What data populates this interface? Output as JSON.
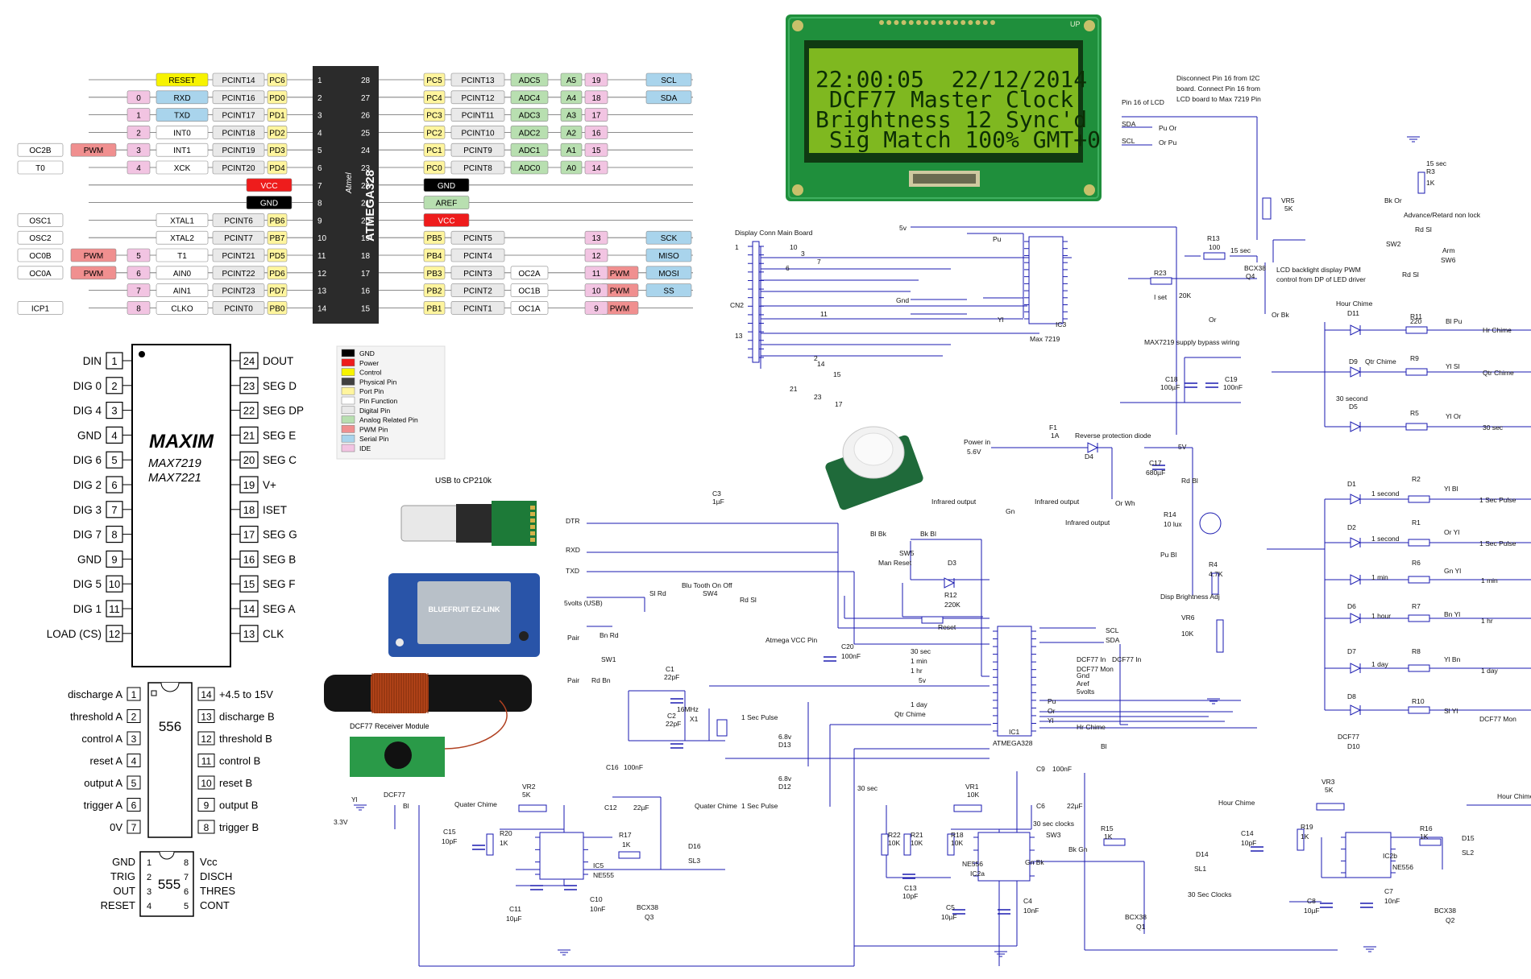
{
  "colors": {
    "gnd": "#000000",
    "power": "#ee1c1c",
    "control": "#f7f300",
    "physical": "#404040",
    "port": "#fff59e",
    "function": "#ffffff",
    "digital": "#e9e9e9",
    "analog": "#b8dfb0",
    "pwm": "#f08f8f",
    "serial": "#a9d4ec",
    "ide": "#f2c4e2",
    "wire": "#1a1ab0",
    "lcd_bg": "#7fb820",
    "lcd_text": "#0c2e05",
    "pcb": "#1f8f3c"
  },
  "atmega_pinout": {
    "chip_label": "ATMEGA328",
    "logo": "Atmel",
    "left_pins": [
      {
        "num": "1",
        "port": "PC6",
        "pcint": "PCINT14",
        "func": "RESET",
        "func_kind": "control"
      },
      {
        "num": "2",
        "port": "PD0",
        "pcint": "PCINT16",
        "func": "RXD",
        "func_kind": "serial",
        "ide": "0"
      },
      {
        "num": "3",
        "port": "PD1",
        "pcint": "PCINT17",
        "func": "TXD",
        "func_kind": "serial",
        "ide": "1"
      },
      {
        "num": "4",
        "port": "PD2",
        "pcint": "PCINT18",
        "func": "INT0",
        "func_kind": "function",
        "ide": "2"
      },
      {
        "num": "5",
        "port": "PD3",
        "pcint": "PCINT19",
        "func": "INT1",
        "func_kind": "function",
        "ide": "3",
        "pwm": "PWM",
        "extra": "OC2B"
      },
      {
        "num": "6",
        "port": "PD4",
        "pcint": "PCINT20",
        "func": "XCK",
        "func_kind": "function",
        "ide": "4",
        "extra": "T0"
      },
      {
        "num": "7",
        "power": "VCC",
        "power_kind": "power"
      },
      {
        "num": "8",
        "power": "GND",
        "power_kind": "gnd"
      },
      {
        "num": "9",
        "port": "PB6",
        "pcint": "PCINT6",
        "func": "XTAL1",
        "func_kind": "function",
        "extra": "OSC1"
      },
      {
        "num": "10",
        "port": "PB7",
        "pcint": "PCINT7",
        "func": "XTAL2",
        "func_kind": "function",
        "extra": "OSC2"
      },
      {
        "num": "11",
        "port": "PD5",
        "pcint": "PCINT21",
        "func": "T1",
        "func_kind": "function",
        "ide": "5",
        "pwm": "PWM",
        "extra": "OC0B"
      },
      {
        "num": "12",
        "port": "PD6",
        "pcint": "PCINT22",
        "func": "AIN0",
        "func_kind": "function",
        "ide": "6",
        "pwm": "PWM",
        "extra": "OC0A"
      },
      {
        "num": "13",
        "port": "PD7",
        "pcint": "PCINT23",
        "func": "AIN1",
        "func_kind": "function",
        "ide": "7"
      },
      {
        "num": "14",
        "port": "PB0",
        "pcint": "PCINT0",
        "func": "CLKO",
        "func_kind": "function",
        "ide": "8",
        "extra": "ICP1"
      }
    ],
    "right_pins": [
      {
        "num": "28",
        "port": "PC5",
        "pcint": "PCINT13",
        "analog": "ADC5",
        "a": "A5",
        "ide": "19",
        "serial": "SCL"
      },
      {
        "num": "27",
        "port": "PC4",
        "pcint": "PCINT12",
        "analog": "ADC4",
        "a": "A4",
        "ide": "18",
        "serial": "SDA"
      },
      {
        "num": "26",
        "port": "PC3",
        "pcint": "PCINT11",
        "analog": "ADC3",
        "a": "A3",
        "ide": "17"
      },
      {
        "num": "25",
        "port": "PC2",
        "pcint": "PCINT10",
        "analog": "ADC2",
        "a": "A2",
        "ide": "16"
      },
      {
        "num": "24",
        "port": "PC1",
        "pcint": "PCINT9",
        "analog": "ADC1",
        "a": "A1",
        "ide": "15"
      },
      {
        "num": "23",
        "port": "PC0",
        "pcint": "PCINT8",
        "analog": "ADC0",
        "a": "A0",
        "ide": "14"
      },
      {
        "num": "22",
        "power": "GND",
        "power_kind": "gnd"
      },
      {
        "num": "21",
        "power": "AREF",
        "power_kind": "analog"
      },
      {
        "num": "20",
        "power": "VCC",
        "power_kind": "power"
      },
      {
        "num": "19",
        "port": "PB5",
        "pcint": "PCINT5",
        "ide": "13",
        "serial": "SCK"
      },
      {
        "num": "18",
        "port": "PB4",
        "pcint": "PCINT4",
        "ide": "12",
        "serial": "MISO"
      },
      {
        "num": "17",
        "port": "PB3",
        "pcint": "PCINT3",
        "func": "OC2A",
        "ide": "11",
        "pwm": "PWM",
        "serial": "MOSI"
      },
      {
        "num": "16",
        "port": "PB2",
        "pcint": "PCINT2",
        "func": "OC1B",
        "ide": "10",
        "pwm": "PWM",
        "serial": "SS"
      },
      {
        "num": "15",
        "port": "PB1",
        "pcint": "PCINT1",
        "func": "OC1A",
        "ide": "9",
        "pwm": "PWM"
      }
    ]
  },
  "legend": [
    {
      "label": "GND",
      "color": "#000000"
    },
    {
      "label": "Power",
      "color": "#ee1c1c"
    },
    {
      "label": "Control",
      "color": "#f7f300"
    },
    {
      "label": "Physical Pin",
      "color": "#404040"
    },
    {
      "label": "Port Pin",
      "color": "#fff59e"
    },
    {
      "label": "Pin Function",
      "color": "#ffffff"
    },
    {
      "label": "Digital Pin",
      "color": "#e9e9e9"
    },
    {
      "label": "Analog Related Pin",
      "color": "#b8dfb0"
    },
    {
      "label": "PWM Pin",
      "color": "#f08f8f"
    },
    {
      "label": "Serial Pin",
      "color": "#a9d4ec"
    },
    {
      "label": "IDE",
      "color": "#f2c4e2"
    }
  ],
  "max7219": {
    "brand": "MAXIM",
    "part1": "MAX7219",
    "part2": "MAX7221",
    "left": [
      [
        "DIN",
        "1"
      ],
      [
        "DIG 0",
        "2"
      ],
      [
        "DIG 4",
        "3"
      ],
      [
        "GND",
        "4"
      ],
      [
        "DIG 6",
        "5"
      ],
      [
        "DIG 2",
        "6"
      ],
      [
        "DIG 3",
        "7"
      ],
      [
        "DIG 7",
        "8"
      ],
      [
        "GND",
        "9"
      ],
      [
        "DIG 5",
        "10"
      ],
      [
        "DIG 1",
        "11"
      ],
      [
        "LOAD (CS)",
        "12"
      ]
    ],
    "right": [
      [
        "DOUT",
        "24"
      ],
      [
        "SEG D",
        "23"
      ],
      [
        "SEG DP",
        "22"
      ],
      [
        "SEG E",
        "21"
      ],
      [
        "SEG C",
        "20"
      ],
      [
        "V+",
        "19"
      ],
      [
        "ISET",
        "18"
      ],
      [
        "SEG G",
        "17"
      ],
      [
        "SEG B",
        "16"
      ],
      [
        "SEG F",
        "15"
      ],
      [
        "SEG A",
        "14"
      ],
      [
        "CLK",
        "13"
      ]
    ]
  },
  "ic556": {
    "label": "556",
    "left": [
      [
        "discharge A",
        "1"
      ],
      [
        "threshold A",
        "2"
      ],
      [
        "control A",
        "3"
      ],
      [
        "reset A",
        "4"
      ],
      [
        "output A",
        "5"
      ],
      [
        "trigger A",
        "6"
      ],
      [
        "0V",
        "7"
      ]
    ],
    "right": [
      [
        "+4.5 to 15V",
        "14"
      ],
      [
        "discharge B",
        "13"
      ],
      [
        "threshold B",
        "12"
      ],
      [
        "control B",
        "11"
      ],
      [
        "reset B",
        "10"
      ],
      [
        "output B",
        "9"
      ],
      [
        "trigger B",
        "8"
      ]
    ]
  },
  "ic555": {
    "label": "555",
    "left": [
      [
        "GND",
        "1"
      ],
      [
        "TRIG",
        "2"
      ],
      [
        "OUT",
        "3"
      ],
      [
        "RESET",
        "4"
      ]
    ],
    "right": [
      [
        "Vcc",
        "8"
      ],
      [
        "DISCH",
        "7"
      ],
      [
        "THRES",
        "6"
      ],
      [
        "CONT",
        "5"
      ]
    ]
  },
  "lcd": {
    "line1": "22:00:05  22/12/2014",
    "line2": " DCF77 Master Clock",
    "line3": "Brightness 12 Sync'd",
    "line4": " Sig Match 100% GMT+0",
    "up": "UP"
  },
  "modules": {
    "usb": "USB to CP210k",
    "bluefruit": "BLUEFRUIT EZ-LINK",
    "dcf": "DCF77 Receiver Module"
  },
  "labels": {
    "disconnect_note": "Disconnect Pin 16 from I2C board. Connect Pin 16 from LCD board to Max 7219 Pin",
    "pin16": "Pin 16 of LCD",
    "sda": "SDA",
    "scl": "SCL",
    "pu_or": "Pu Or",
    "or_pu": "Or Pu",
    "display_conn": "Display Conn Main Board",
    "cn2": "CN2",
    "n1": "1",
    "n13": "13",
    "n10": "10",
    "n3": "3",
    "n7": "7",
    "n6": "6",
    "n11": "11",
    "n2": "2",
    "n14": "14",
    "n15": "15",
    "n21": "21",
    "n23": "23",
    "n17": "17",
    "fivev": "5v",
    "gnd": "Gnd",
    "pu": "Pu",
    "yl": "Yl",
    "or": "Or",
    "or_bk": "Or Bk",
    "max7219_ref": "Max 7219",
    "ic3": "IC3",
    "r13": "R13",
    "r13v": "100",
    "fifteen_sec": "15 sec",
    "r23": "R23",
    "iset": "I set",
    "r23v": "20K",
    "vr5": "VR5",
    "vr5v": "5K",
    "bc38_q4": "BCX38",
    "q4": "Q4",
    "backlight": "LCD backlight display PWM control from DP of LED driver",
    "bypass": "MAX7219 supply bypass wiring",
    "c18": "C18",
    "c18v": "100µF",
    "c19": "C19",
    "c19v": "100nF",
    "r3": "R3",
    "r3v": "1K",
    "r3t": "15 sec",
    "bk_or": "Bk Or",
    "adv": "Advance/Retard non lock",
    "rd_sl": "Rd Sl",
    "sw2": "SW2",
    "arm": "Arm",
    "sw6": "SW6",
    "rd_sl2": "Rd Sl",
    "hour_chime": "Hour Chime",
    "d11": "D11",
    "r11": "R11",
    "r220": "220",
    "bl_pu": "Bl Pu",
    "hr_chime": "Hr Chime",
    "d9": "D9",
    "qtr_chime": "Qtr Chime",
    "r9": "R9",
    "yl_sl": "Yl Sl",
    "qtr_chime2": "Qtr Chime",
    "thirty_second": "30 second",
    "d5": "D5",
    "r5": "R5",
    "yl_or": "Yl Or",
    "thirty_sec": "30 sec",
    "power_in": "Power in",
    "power_in_v": "5.6V",
    "f1": "F1",
    "f1v": "1A",
    "rev_diode": "Reverse protection diode",
    "d4": "D4",
    "c17": "C17",
    "c17v": "680µF",
    "fivev_b": "5V",
    "c3": "C3",
    "c3v": "1µF",
    "dtr": "DTR",
    "rxd": "RXD",
    "txd": "TXD",
    "five_usb": "5volts (USB)",
    "infra1": "Infrared output",
    "gn": "Gn",
    "infra2": "Infrared output",
    "infra3": "Infrared output",
    "bl_bk": "Bl Bk",
    "bk_bl": "Bk Bl",
    "sw5": "SW5",
    "man_reset": "Man Reset",
    "d3": "D3",
    "r12": "R12",
    "r12v": "220K",
    "reset": "Reset",
    "blu_on_off": "Blu Tooth On Off",
    "sl_rd": "Sl Rd",
    "sw4": "SW4",
    "rd_sl3": "Rd Sl",
    "pair": "Pair",
    "bn_rd": "Bn Rd",
    "sw1": "SW1",
    "pair2": "Pair",
    "rd_bn": "Rd Bn",
    "or_wh": "Or Wh",
    "rd_bl": "Rd Bl",
    "r14": "R14",
    "r14v": "10 lux",
    "pu_bl": "Pu Bl",
    "r4": "R4",
    "r4v": "4.7K",
    "disp_bright": "Disp Brightness Adj",
    "vr6": "VR6",
    "vr6v": "10K",
    "atmega_vcc": "Atmega VCC Pin",
    "c20": "C20",
    "c20v": "100nF",
    "c1": "C1",
    "c1v": "22pF",
    "c2": "C2",
    "c2v": "22pF",
    "xtal": "16MHz",
    "x1": "X1",
    "one_sec_pulse": "1 Sec Pulse",
    "one_sec_pulse2": "1 Sec Pulse",
    "d13": "D13",
    "d12": "D12",
    "v68a": "6.8v",
    "v68b": "6.8v",
    "atmega_ref": "ATMEGA328",
    "ic1": "IC1",
    "p30sec": "30 sec",
    "p1min": "1 min",
    "p1hr": "1 hr",
    "p5v": "5v",
    "p1day": "1 day",
    "pqtr": "Qtr Chime",
    "scl_out": "SCL",
    "sda_out": "SDA",
    "dcf_in": "DCF77 In",
    "dcf_in2": "DCF77 In",
    "dcf_mon": "DCF77 Mon",
    "gnd_o": "Gnd",
    "aref": "Aref",
    "fivevolts": "5volts",
    "pu2": "Pu",
    "or2": "Or",
    "yl2": "Yl",
    "hr_chime2": "Hr Chime",
    "bl": "Bl",
    "d8": "D8",
    "dcf77": "DCF77",
    "d10": "D10",
    "d1": "D1",
    "one_second": "1 second",
    "r2": "R2",
    "yl_bl": "Yl Bl",
    "one_sec_pulse3": "1 Sec Pulse",
    "d2": "D2",
    "one_second2": "1 second",
    "r1": "R1",
    "or_yl": "Or Yl",
    "one_sec_pulse4": "1 Sec Pulse",
    "one_min": "1 min",
    "r6": "R6",
    "gn_yl": "Gn Yl",
    "one_min2": "1 min",
    "d6": "D6",
    "one_hour": "1 hour",
    "r7": "R7",
    "bn_yl": "Bn Yl",
    "one_hr": "1 hr",
    "d7": "D7",
    "one_day": "1 day",
    "r8": "R8",
    "yl_bn": "Yl Bn",
    "one_day2": "1 day",
    "r10": "R10",
    "sl_yl": "Sl Yl",
    "dcf77_mon": "DCF77 Mon",
    "yl3": "Yl",
    "dcf77b": "DCF77",
    "bl2": "Bl",
    "v33": "3.3V",
    "quarter_chime": "Quater Chime",
    "vr2": "VR2",
    "vr2v": "5K",
    "r20": "R20",
    "r20v": "1K",
    "c15": "C15",
    "c15v": "10pF",
    "c16": "C16",
    "c16v": "100nF",
    "c12": "C12",
    "c12v": "22µF",
    "quarter_chime2": "Quater Chime",
    "r17": "R17",
    "r17v": "1K",
    "ic5": "IC5",
    "ne555": "NE555",
    "d16": "D16",
    "sl3": "SL3",
    "bc38_q3": "BCX38",
    "q3": "Q3",
    "c11": "C11",
    "c11v": "10µF",
    "c10": "C10",
    "c10v": "10nF",
    "thirty_sec2": "30 sec",
    "vr1": "VR1",
    "vr1v": "10K",
    "r22": "R22",
    "r22v": "10K",
    "r21": "R21",
    "r21v": "10K",
    "r18": "R18",
    "r18v": "10K",
    "c9": "C9",
    "c9v": "100nF",
    "c6": "C6",
    "c6v": "22µF",
    "thirty_sec_clocks": "30 sec clocks",
    "sw3": "SW3",
    "gn_bk": "Gn Bk",
    "bk_gn": "Bk Gn",
    "r15": "R15",
    "r15v": "1K",
    "d14": "D14",
    "sl1": "SL1",
    "c13": "C13",
    "c13v": "10pF",
    "c5": "C5",
    "c5v": "10µF",
    "c4": "C4",
    "c4v": "10nF",
    "ic2a": "IC2a",
    "ne556": "NE556",
    "bc38_q1": "BCX38",
    "q1": "Q1",
    "thirty_sec_clocks2": "30 Sec Clocks",
    "hour_chime2": "Hour Chime",
    "hour_chime3": "Hour Chime",
    "vr3": "VR3",
    "vr3v": "5K",
    "r19": "R19",
    "r19v": "1K",
    "c14": "C14",
    "c14v": "10pF",
    "r16": "R16",
    "r16v": "1K",
    "d15": "D15",
    "sl2": "SL2",
    "ic2b": "IC2b",
    "ne556b": "NE556",
    "c8": "C8",
    "c8v": "10µF",
    "c7": "C7",
    "c7v": "10nF",
    "bc38_q2": "BCX38",
    "q2": "Q2"
  }
}
